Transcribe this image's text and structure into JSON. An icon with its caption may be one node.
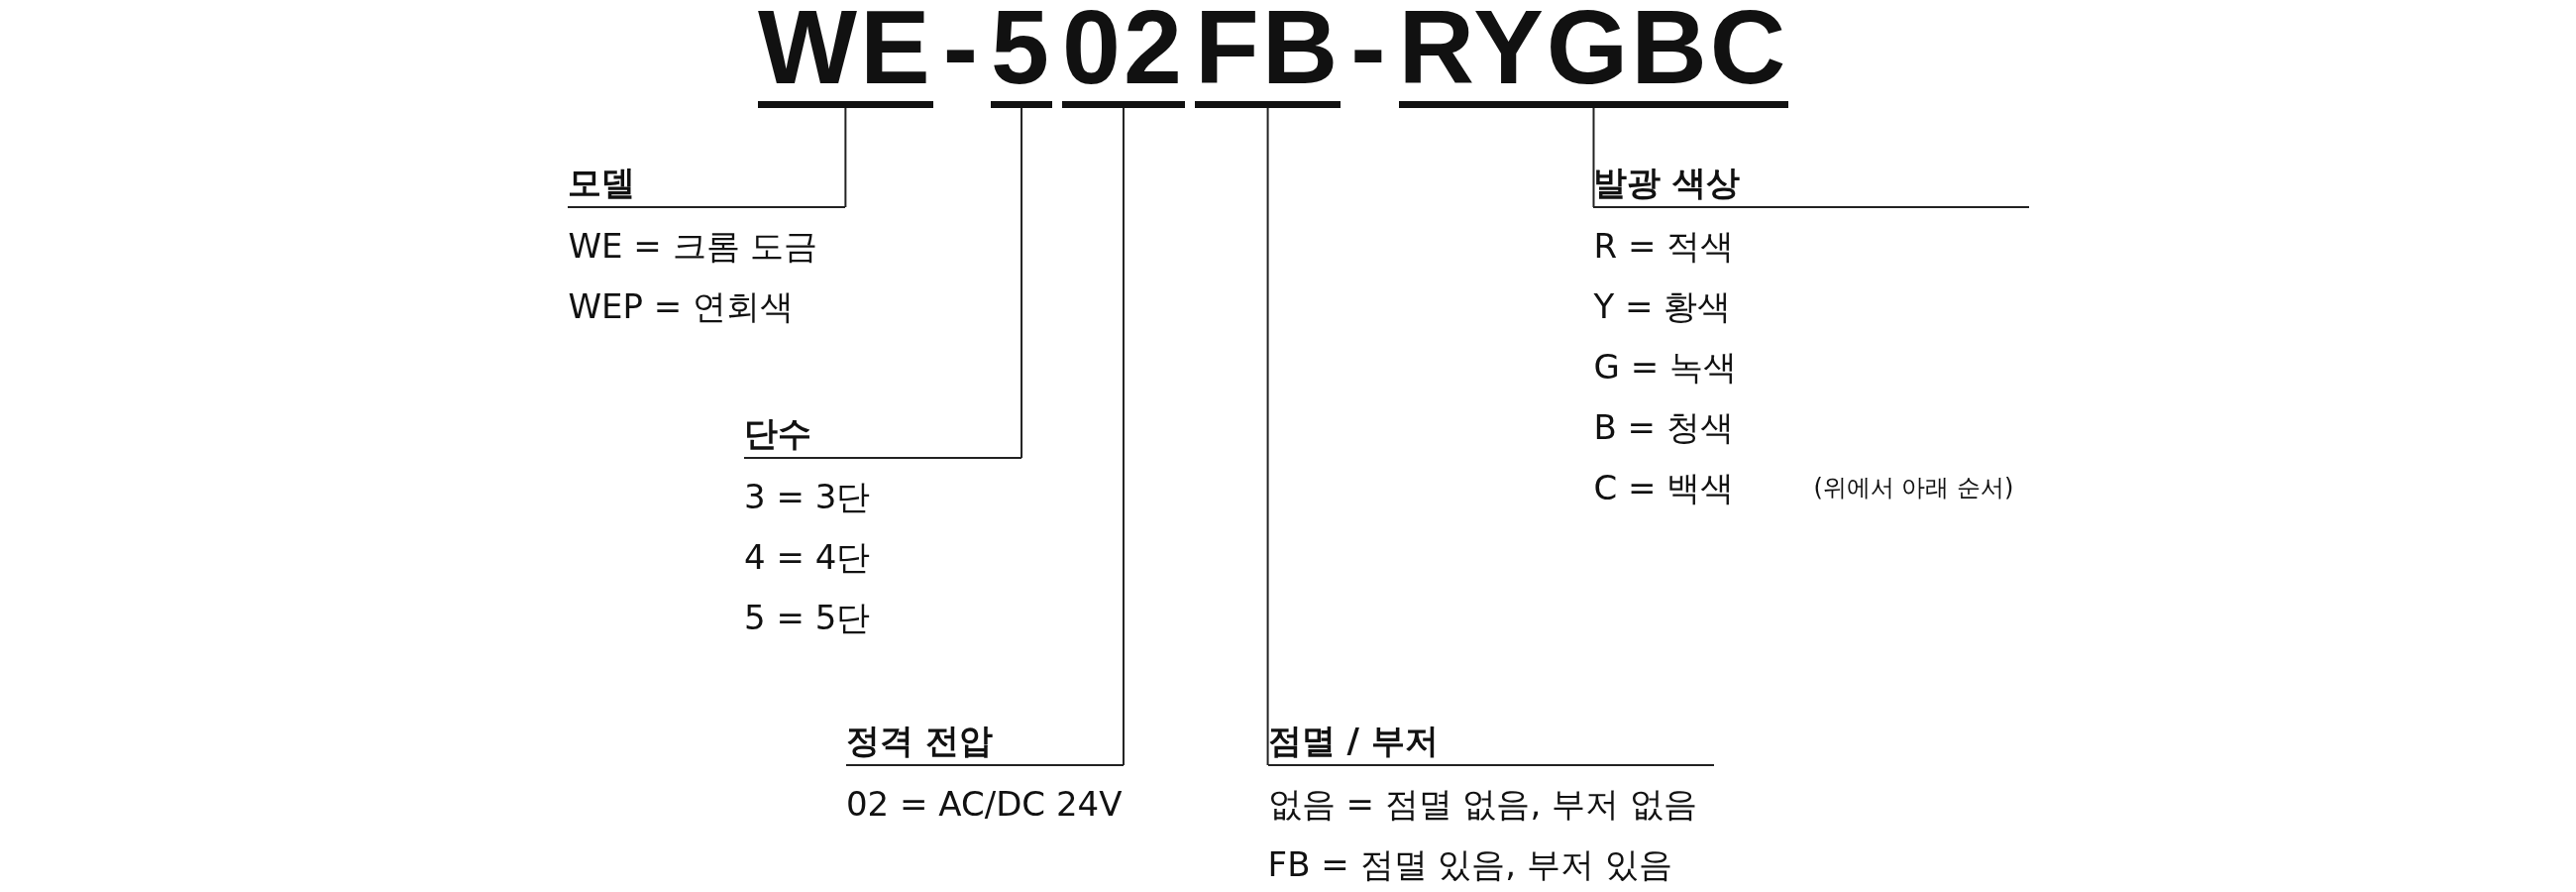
{
  "diagram": {
    "nodes": [
      {
        "text": [
          "WE"
        ]
      },
      {
        "text": [
          "5"
        ]
      },
      {
        "text": [
          "02"
        ]
      },
      {
        "text": [
          "FB"
        ]
      },
      {
        "text": [
          "RYGBC"
        ]
      },
      {
        "text": [
          "모델",
          "WE = 크롬 도금",
          "WEP = 연회색"
        ]
      },
      {
        "text": [
          "단수",
          "3 = 3단",
          "4 = 4단",
          "5 = 5단"
        ]
      },
      {
        "text": [
          "정격 전압",
          "02 = AC/DC 24V"
        ]
      },
      {
        "text": [
          "점멸 / 부저",
          "없음 = 점멸 없음, 부저 없음",
          "FB = 점멸 있음, 부저 있음"
        ]
      },
      {
        "text": [
          "발광 색상",
          "R = 적색",
          "Y = 황색",
          "G = 녹색",
          "B = 청색",
          "C = 백색"
        ],
        "beside": [
          "(위에서 아래 순서)"
        ]
      }
    ],
    "edges": [
      {
        "from": 0,
        "to": 5,
        "arrow": "none"
      },
      {
        "from": 1,
        "to": 6,
        "arrow": "none"
      },
      {
        "from": 2,
        "to": 7,
        "arrow": "none"
      },
      {
        "from": 3,
        "to": 8,
        "arrow": "none"
      },
      {
        "from": 4,
        "to": 9,
        "arrow": "none"
      }
    ],
    "labels": [
      "-",
      "-"
    ]
  }
}
